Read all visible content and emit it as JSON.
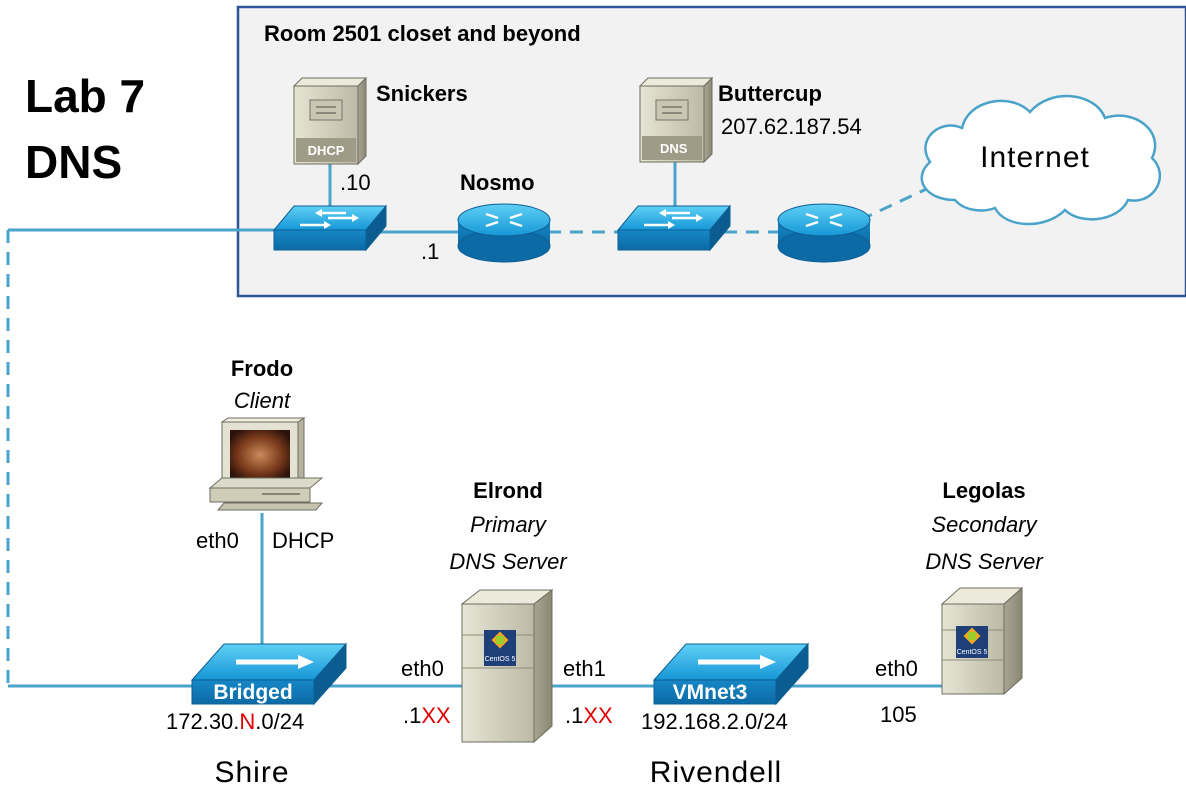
{
  "title": {
    "line1": "Lab 7",
    "line2": "DNS"
  },
  "room": {
    "label": "Room 2501 closet and beyond"
  },
  "snickers": {
    "name": "Snickers",
    "badge": "DHCP",
    "addr": ".10"
  },
  "buttercup": {
    "name": "Buttercup",
    "badge": "DNS",
    "ip": "207.62.187.54"
  },
  "nosmo": {
    "name": "Nosmo",
    "addr": ".1"
  },
  "internet": {
    "label": "Internet"
  },
  "frodo": {
    "name": "Frodo",
    "role": "Client",
    "iface": "eth0",
    "mode": "DHCP"
  },
  "elrond": {
    "name": "Elrond",
    "role1": "Primary",
    "role2": "DNS Server",
    "iface0": "eth0",
    "iface1": "eth1",
    "addr0_prefix": ".1",
    "addr0_var": "XX",
    "addr1_prefix": ".1",
    "addr1_var": "XX",
    "badge": "CentOS 5"
  },
  "legolas": {
    "name": "Legolas",
    "role1": "Secondary",
    "role2": "DNS Server",
    "iface": "eth0",
    "addr": "105",
    "badge": "CentOS 5"
  },
  "bridged": {
    "label": "Bridged",
    "net_prefix": "172.30.",
    "net_var": "N",
    "net_suffix": ".0/24",
    "zone": "Shire"
  },
  "vmnet3": {
    "label": "VMnet3",
    "net": "192.168.2.0/24",
    "zone": "Rivendell"
  },
  "colors": {
    "link": "#4aa3c8",
    "device_blue": "#1a9fd9",
    "server_beige": "#d4d2bf",
    "box_fill": "#f2f2f2",
    "box_border": "#2f5597",
    "variable_red": "#e00000"
  }
}
